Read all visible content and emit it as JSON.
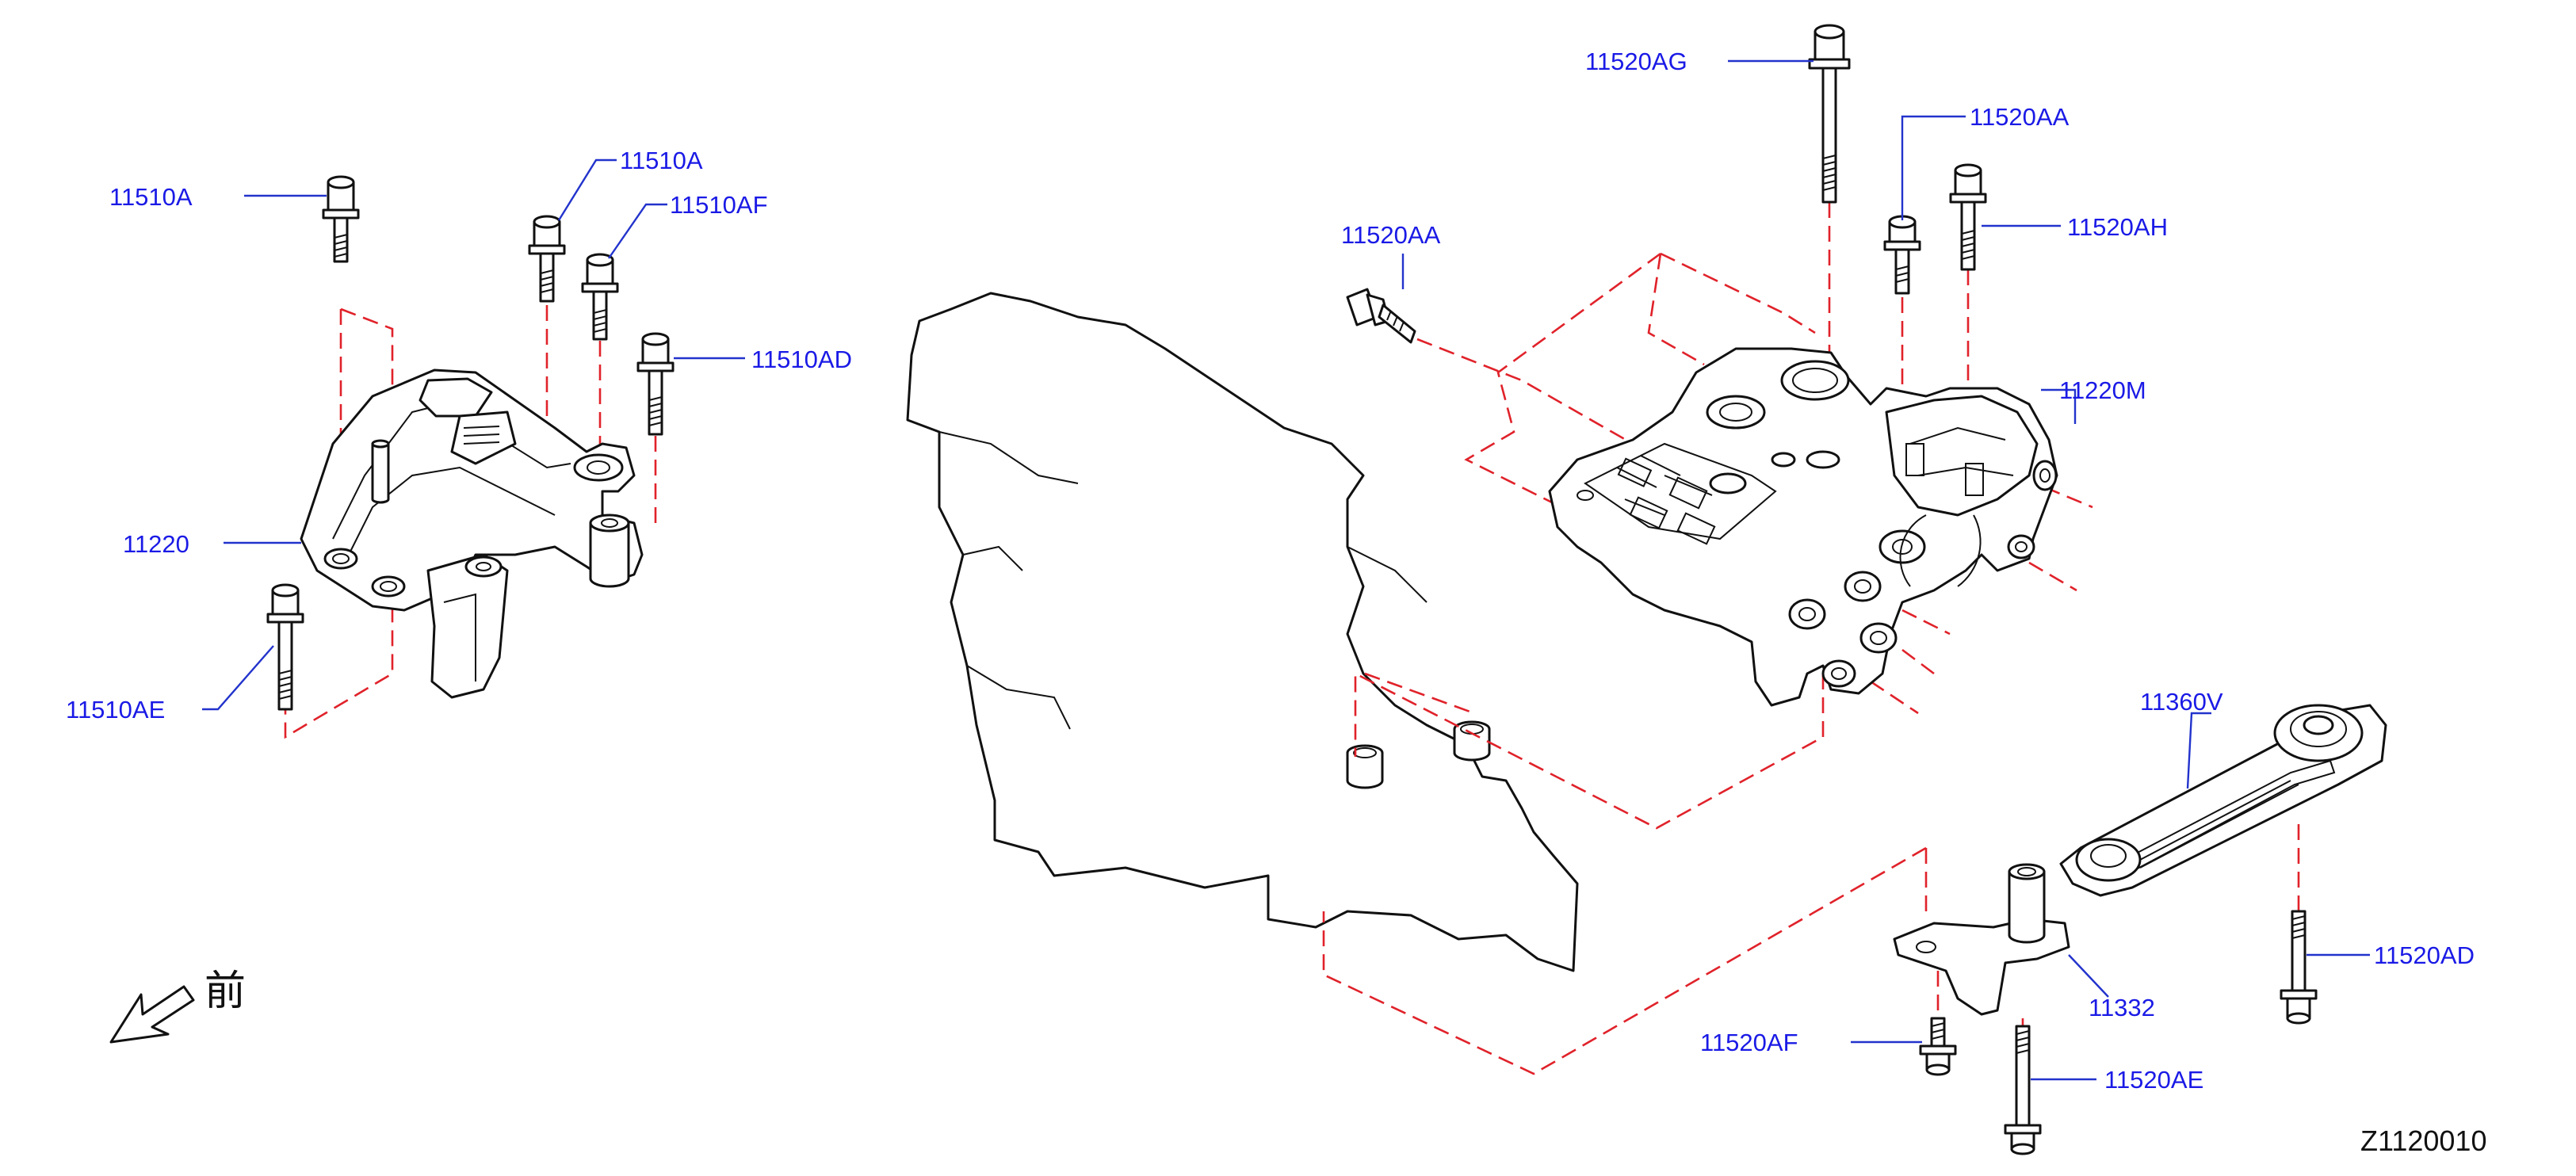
{
  "diagram": {
    "labels": {
      "p_11510a_left": "11510A",
      "p_11510a_right": "11510A",
      "p_11510af": "11510AF",
      "p_11510ad": "11510AD",
      "p_11220": "11220",
      "p_11510ae": "11510AE",
      "p_11520ag": "11520AG",
      "p_11520aa_top": "11520AA",
      "p_11520aa_left": "11520AA",
      "p_11520ah": "11520AH",
      "p_11220m": "11220M",
      "p_11360v": "11360V",
      "p_11332": "11332",
      "p_11520ad": "11520AD",
      "p_11520af": "11520AF",
      "p_11520ae": "11520AE"
    },
    "front_label": "前",
    "figure_code": "Z1120010",
    "colors": {
      "callout": "#1a1ae6",
      "leader": "#2233cc",
      "dashed": "#e0222a",
      "outline": "#111111"
    }
  }
}
